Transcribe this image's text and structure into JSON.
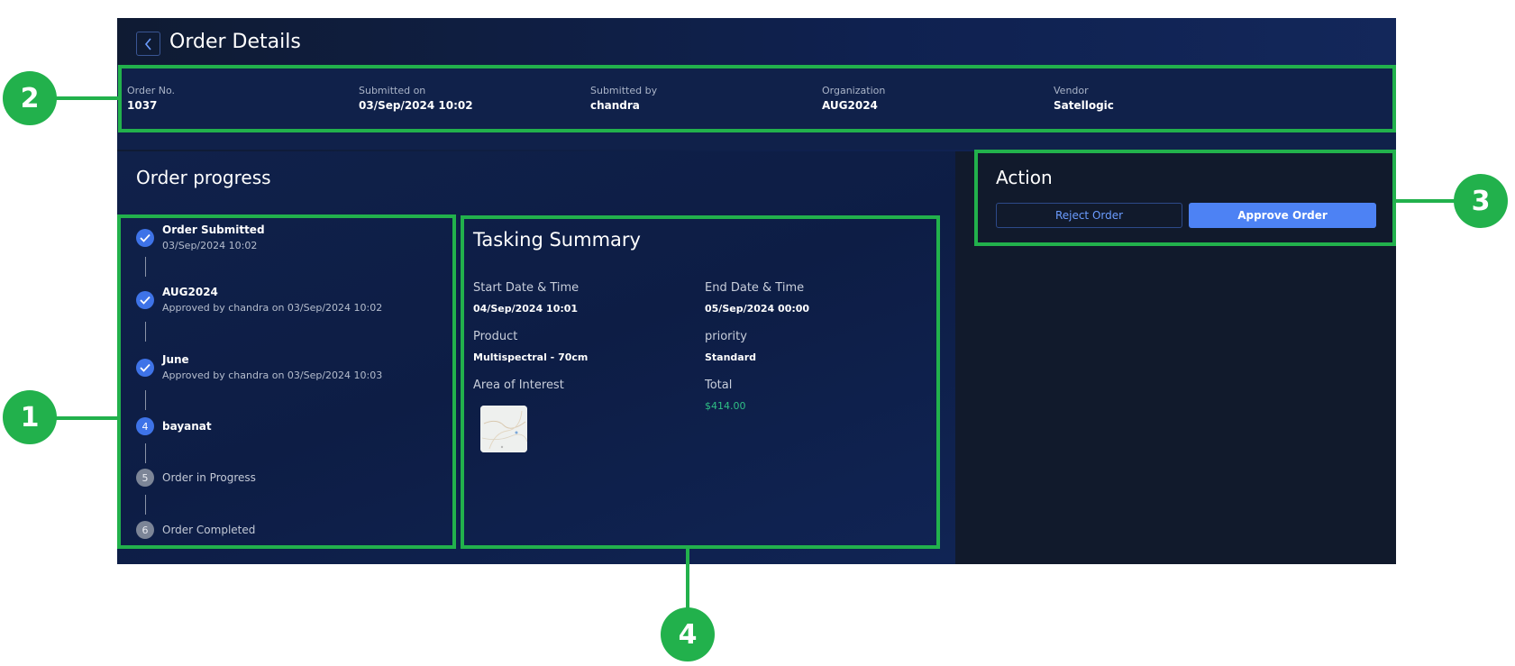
{
  "header": {
    "title": "Order Details"
  },
  "meta": [
    {
      "label": "Order No.",
      "value": "1037"
    },
    {
      "label": "Submitted on",
      "value": "03/Sep/2024 10:02"
    },
    {
      "label": "Submitted by",
      "value": "chandra"
    },
    {
      "label": "Organization",
      "value": "AUG2024"
    },
    {
      "label": "Vendor",
      "value": "Satellogic"
    }
  ],
  "progress": {
    "title": "Order progress",
    "steps": [
      {
        "marker": "check",
        "status": "done",
        "title": "Order Submitted",
        "subtitle": "03/Sep/2024 10:02"
      },
      {
        "marker": "check",
        "status": "done",
        "title": "AUG2024",
        "subtitle": "Approved by chandra on 03/Sep/2024 10:02"
      },
      {
        "marker": "check",
        "status": "done",
        "title": "June",
        "subtitle": "Approved by chandra on 03/Sep/2024 10:03"
      },
      {
        "marker": "4",
        "status": "active",
        "title": "bayanat"
      },
      {
        "marker": "5",
        "status": "pending",
        "title": "Order in Progress"
      },
      {
        "marker": "6",
        "status": "pending",
        "title": "Order Completed"
      }
    ]
  },
  "summary": {
    "title": "Tasking Summary",
    "start_label": "Start Date & Time",
    "start_value": "04/Sep/2024 10:01",
    "end_label": "End Date & Time",
    "end_value": "05/Sep/2024 00:00",
    "product_label": "Product",
    "product_value": "Multispectral - 70cm",
    "priority_label": "priority",
    "priority_value": "Standard",
    "aoi_label": "Area of Interest",
    "total_label": "Total",
    "total_value": "$414.00"
  },
  "action": {
    "title": "Action",
    "reject_label": "Reject Order",
    "approve_label": "Approve Order"
  },
  "callouts": [
    "1",
    "2",
    "3",
    "4"
  ],
  "colors": {
    "accent": "#3e73e8",
    "highlight": "#22b14c",
    "total": "#2fbf85"
  }
}
